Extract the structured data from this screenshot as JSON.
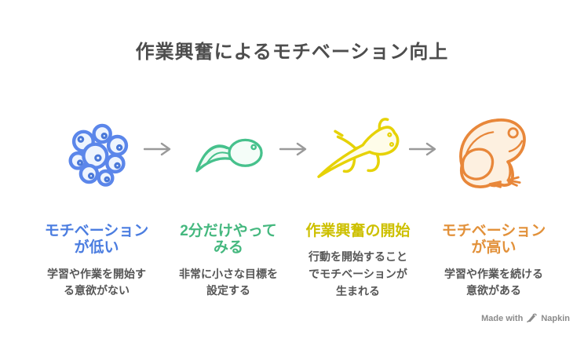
{
  "title": "作業興奮によるモチベーション向上",
  "stages": [
    {
      "icon": "frog-eggs-icon",
      "heading": "モチベーションが低い",
      "body": "学習や作業を開始する意欲がない",
      "accent": "#4b7de0"
    },
    {
      "icon": "tadpole-icon",
      "heading": "2分だけやってみる",
      "body": "非常に小さな目標を設定する",
      "accent": "#45b87f"
    },
    {
      "icon": "froglet-icon",
      "heading": "作業興奮の開始",
      "body": "行動を開始することでモチベーションが生まれる",
      "accent": "#cdc000"
    },
    {
      "icon": "frog-icon",
      "heading": "モチベーションが高い",
      "body": "学習や作業を続ける意欲がある",
      "accent": "#e2913a"
    }
  ],
  "arrows": {
    "color": "#9a9a9a",
    "count": 3
  },
  "watermark": {
    "prefix": "Made with",
    "brand": "Napkin"
  },
  "colors": {
    "background": "#ffffff",
    "title_text": "#4d4d4d",
    "body_text": "#565656",
    "eggs_stroke": "#5b86ea",
    "eggs_fill": "#eef4fe",
    "tadpole_stroke": "#46c18c",
    "tadpole_fill": "#f2fcf7",
    "froglet_stroke": "#e6d206",
    "froglet_fill": "#fefce9",
    "frog_stroke": "#e8873a",
    "frog_fill": "#fdf0e0"
  }
}
